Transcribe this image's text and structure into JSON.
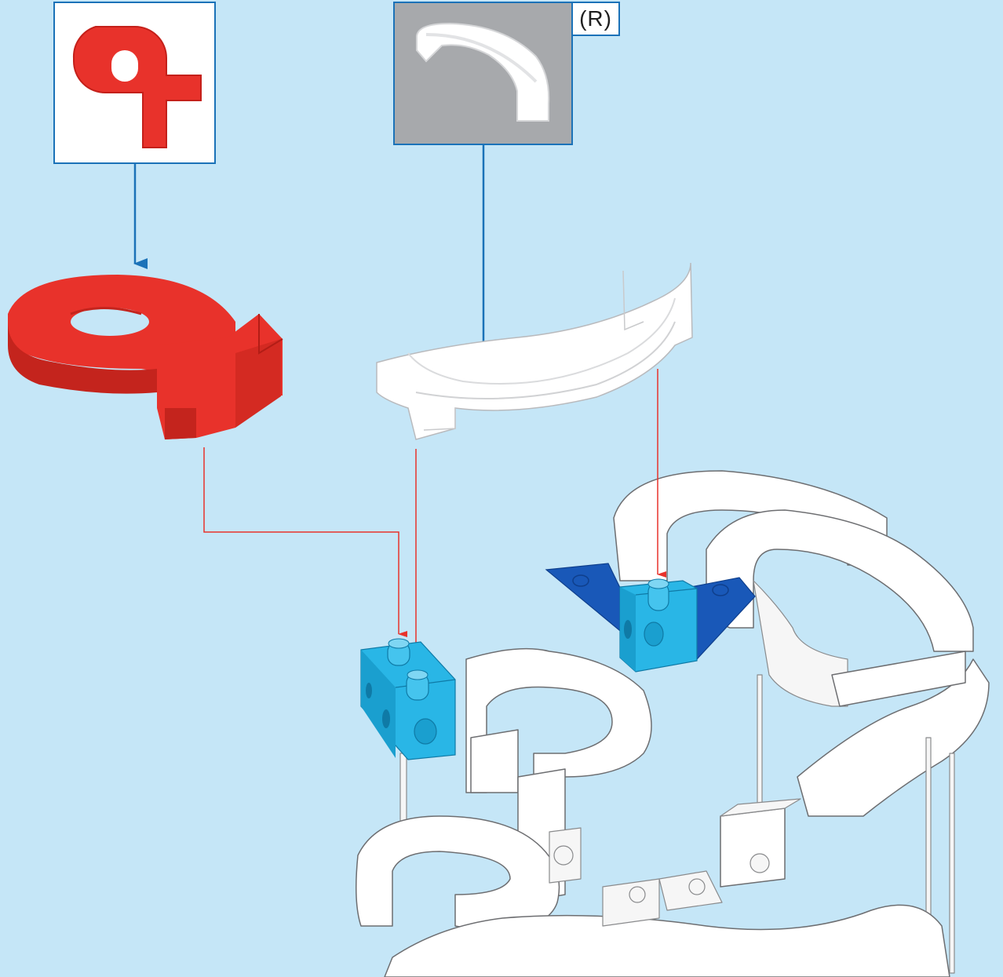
{
  "callouts": {
    "left": {
      "part_icon": "red-crossing-piece-icon"
    },
    "right": {
      "part_icon": "white-curve-piece-icon",
      "variant_label": "(R)"
    }
  },
  "parts": {
    "red_piece": "red-crossing-piece",
    "white_curve": "white-curve-piece",
    "cyan_block_left": "light-blue-building-block",
    "cyan_block_right": "light-blue-building-block",
    "blue_wedges": "dark-blue-wedge-pair"
  },
  "colors": {
    "background": "#c5e6f7",
    "callout_border": "#1b72b8",
    "red_part": "#e8322b",
    "light_blue_block": "#29b6e6",
    "dark_blue_wedge": "#1958b8",
    "guide_line": "#e8322b",
    "arrow": "#1b72b8"
  }
}
